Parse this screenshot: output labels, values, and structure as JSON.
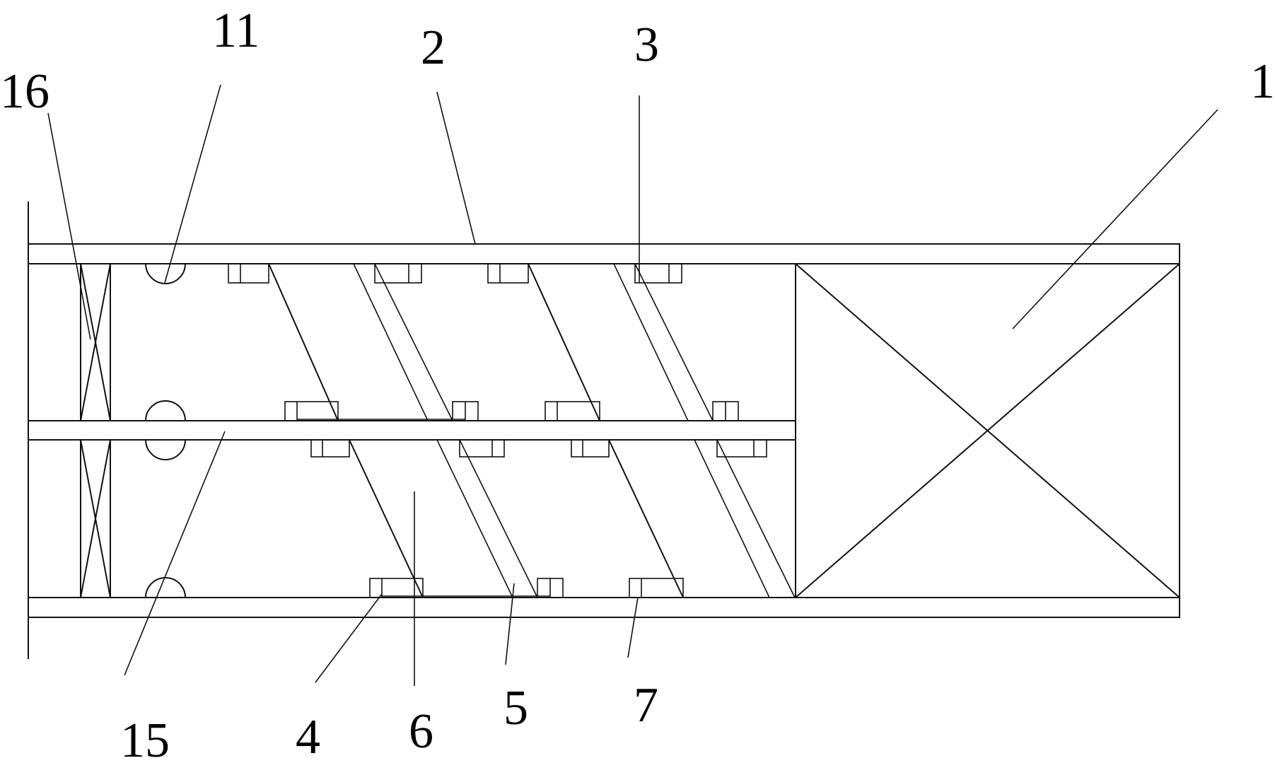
{
  "labels": {
    "l1": "1",
    "l2": "2",
    "l3": "3",
    "l4": "4",
    "l5": "5",
    "l6": "6",
    "l7": "7",
    "l11": "11",
    "l15": "15",
    "l16": "16"
  }
}
